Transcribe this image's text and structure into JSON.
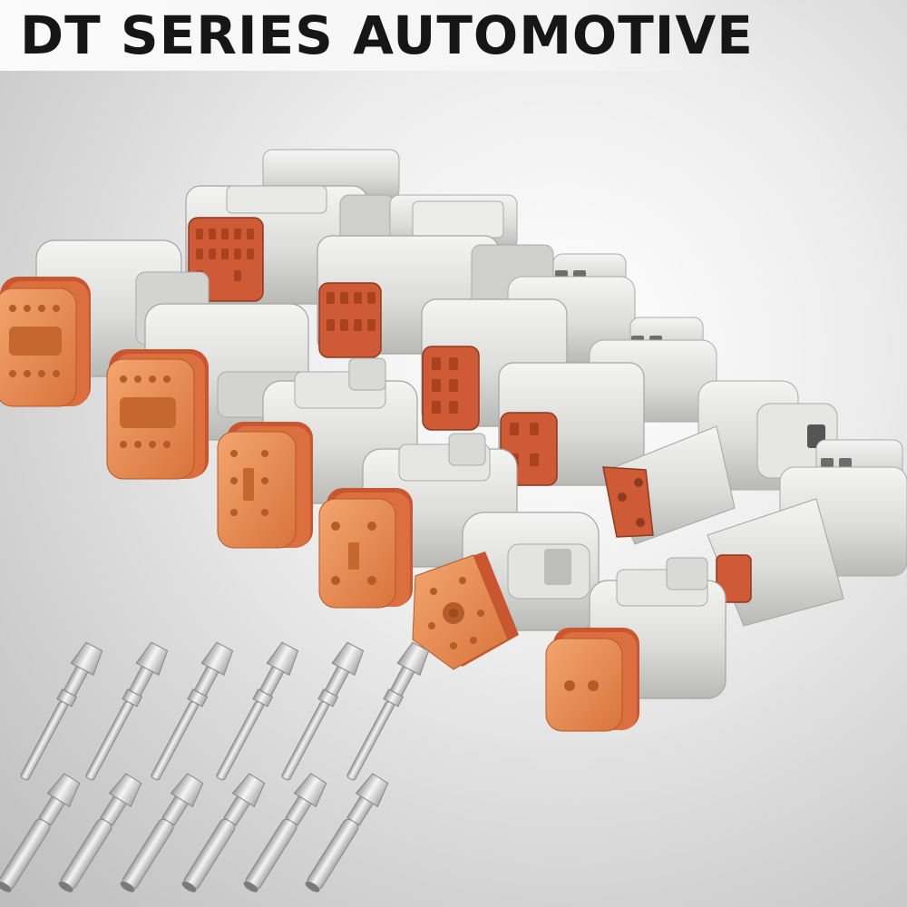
{
  "header": {
    "title": "DT SERIES AUTOMOTIVE"
  },
  "colors": {
    "housing_gray": "#dcdcda",
    "seal_orange": "#e8935c",
    "face_orange": "#cf5a36",
    "pin_silver": "#d6d6d6",
    "title_text": "#161616"
  },
  "scene": {
    "description_items": [
      "connector-housing",
      "terminal-pin"
    ]
  }
}
